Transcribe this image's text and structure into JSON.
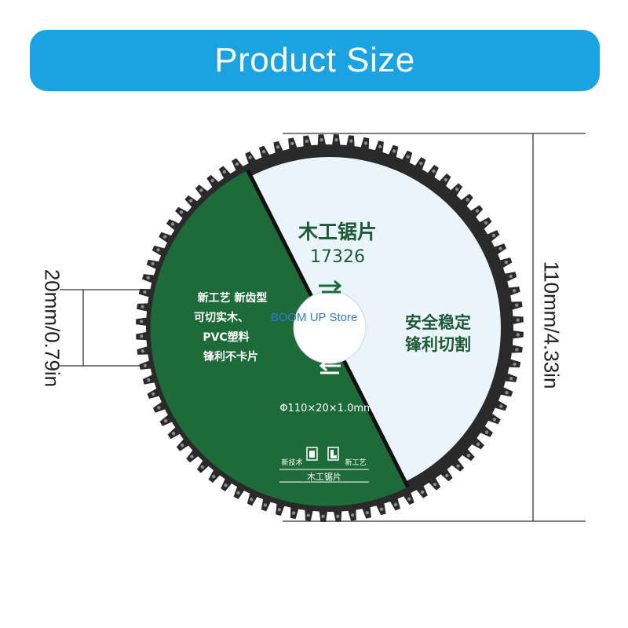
{
  "banner": {
    "title": "Product Size"
  },
  "dimensions": {
    "bore": "20mm/0.79in",
    "outer": "110mm/4.33in"
  },
  "blade": {
    "name": "木工锯片",
    "code": "17326",
    "features_left": [
      "新工艺 新齿型",
      "可切实木、",
      "PVC塑料",
      "锋利不卡片"
    ],
    "features_right": [
      "安全稳定",
      "锋利切割"
    ],
    "spec": "Φ110×20×1.0mm",
    "logo_left": "新技术",
    "logo_right": "新工艺",
    "logo_caption": "木工锯片",
    "watermark": "BOOM UP Store",
    "colors": {
      "green": "#1e6b3a",
      "white": "#eaf4fb",
      "teeth": "#2a2a2a"
    }
  }
}
